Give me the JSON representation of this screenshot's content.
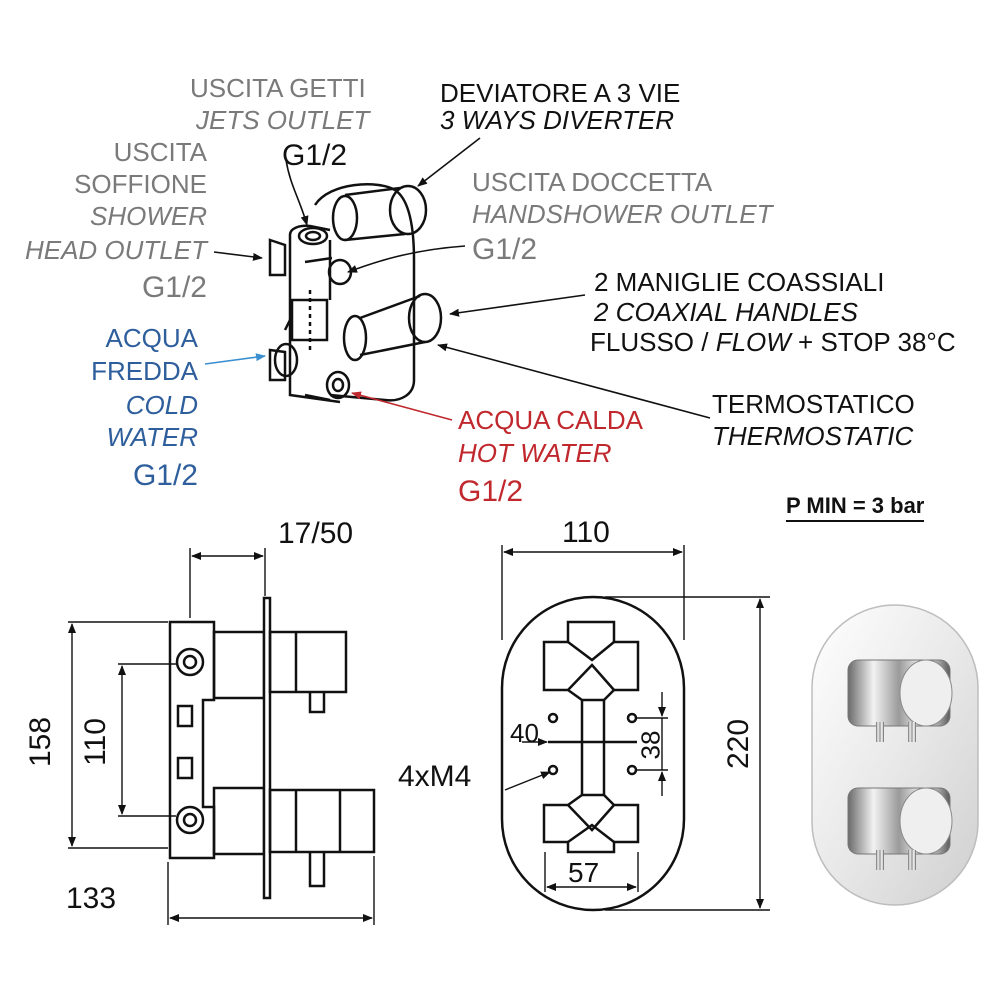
{
  "top_labels": {
    "jets_outlet": {
      "it": "USCITA GETTI",
      "en": "JETS OUTLET",
      "size": "G1/2"
    },
    "diverter": {
      "it": "DEVIATORE A 3 VIE",
      "en": "3 WAYS DIVERTER"
    },
    "shower_head": {
      "it1": "USCITA",
      "it2": "SOFFIONE",
      "en1": "SHOWER",
      "en2": "HEAD OUTLET",
      "size": "G1/2"
    },
    "handshower": {
      "it": "USCITA DOCCETTA",
      "en": "HANDSHOWER OUTLET",
      "size": "G1/2"
    },
    "handles": {
      "l1": "2 MANIGLIE COASSIALI",
      "l2": "2 COAXIAL HANDLES",
      "l3a": "FLUSSO / ",
      "l3b": "FLOW",
      "l3c": " + STOP 38°C"
    },
    "cold_water": {
      "it1": "ACQUA",
      "it2": "FREDDA",
      "en1": "COLD",
      "en2": "WATER",
      "size": "G1/2"
    },
    "thermostatic": {
      "it": "TERMOSTATICO",
      "en": "THERMOSTATIC"
    },
    "hot_water": {
      "it": "ACQUA CALDA",
      "en": "HOT WATER",
      "size": "G1/2"
    }
  },
  "pressure": "P MIN = 3 bar",
  "dimensions": {
    "d17_50": "17/50",
    "d158": "158",
    "d110_side": "110",
    "d133": "133",
    "d110_top": "110",
    "d40": "40",
    "d38": "38",
    "d220": "220",
    "d4xm4": "4xM4",
    "d57": "57"
  },
  "colors": {
    "gray": "#7a7a7a",
    "blue": "#2e5f9c",
    "red": "#c0282d",
    "black": "#111111"
  }
}
